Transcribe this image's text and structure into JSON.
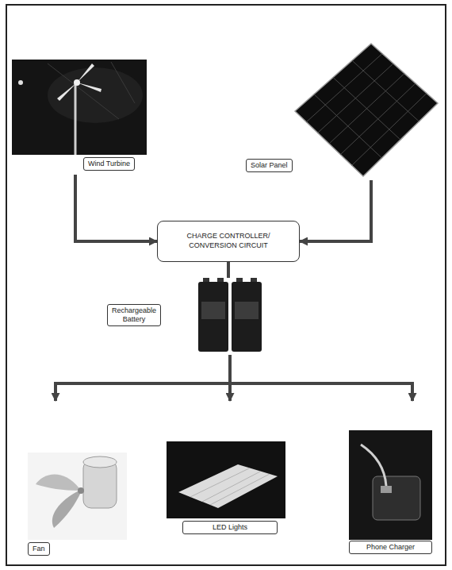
{
  "diagram": {
    "nodes": [
      {
        "text": [
          "Wind Turbine"
        ]
      },
      {
        "text": [
          "Solar Panel"
        ]
      },
      {
        "text": [
          "CHARGE CONTROLLER/ CONVERSION CIRCUIT"
        ]
      },
      {
        "text": [
          "Rechargeable Battery"
        ]
      },
      {
        "text": [
          "Fan"
        ]
      },
      {
        "text": [
          "LED Lights"
        ]
      },
      {
        "text": [
          "Phone Charger"
        ]
      }
    ],
    "edges": [
      {
        "from": 0,
        "to": 2,
        "arrow": "to"
      },
      {
        "from": 1,
        "to": 2,
        "arrow": "to"
      },
      {
        "from": 2,
        "to": 3,
        "arrow": "none"
      },
      {
        "from": 3,
        "to": 4,
        "arrow": "to"
      },
      {
        "from": 3,
        "to": 5,
        "arrow": "to"
      },
      {
        "from": 3,
        "to": 6,
        "arrow": "to"
      }
    ]
  }
}
